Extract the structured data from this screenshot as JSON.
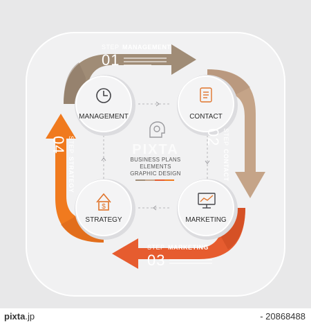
{
  "colors": {
    "background": "#e8e8e9",
    "panel": "#f1f1f2",
    "step1": "#a08c76",
    "step2": "#c5a488",
    "step3": "#e65c2f",
    "step4": "#f07a1e",
    "node_fill": "#f4f4f5",
    "accent_orange": "#ee7a22"
  },
  "steps": [
    {
      "word": "STEP",
      "title": "MANAGEMENT",
      "number": "01"
    },
    {
      "word": "STEP",
      "title": "CONTACT",
      "number": "02"
    },
    {
      "word": "STEP",
      "title": "MARKETING",
      "number": "03"
    },
    {
      "word": "STEP",
      "title": "STRATEGY",
      "number": "04"
    }
  ],
  "nodes": [
    {
      "label": "MANAGEMENT",
      "icon": "clock-icon"
    },
    {
      "label": "CONTACT",
      "icon": "scroll-document-icon"
    },
    {
      "label": "MARKETING",
      "icon": "monitor-chart-icon"
    },
    {
      "label": "STRATEGY",
      "icon": "house-dollar-icon"
    }
  ],
  "center": {
    "icon": "head-gear-icon",
    "line1": "BUSINESS PLANS",
    "line2": "ELEMENTS",
    "line3": "GRAPHIC DESIGN"
  },
  "watermark": "PIXTA",
  "footer": {
    "brand": "pixta",
    "domain": ".jp",
    "separator": " - ",
    "id": "20868488"
  }
}
